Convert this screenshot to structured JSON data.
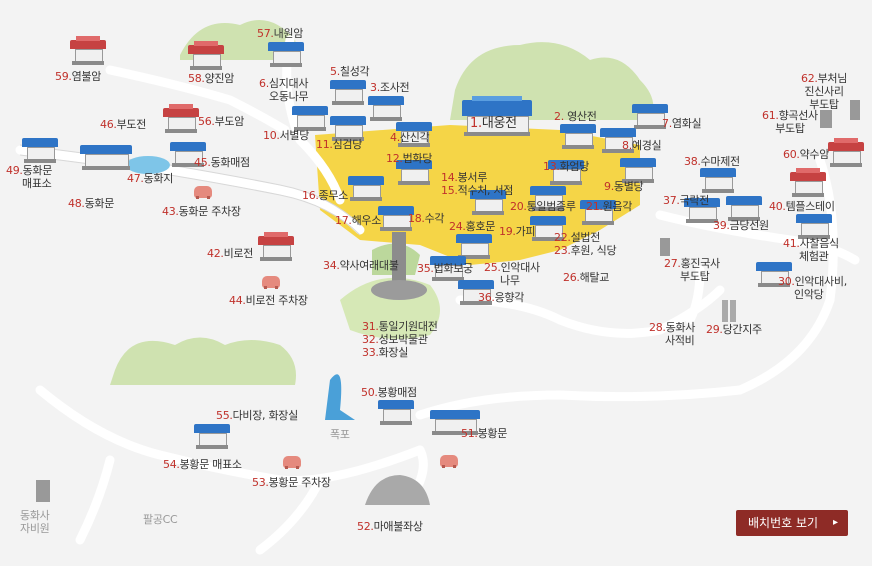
{
  "button": {
    "label": "배치번호 보기",
    "arrow": "▸"
  },
  "places": [
    {
      "n": "1.",
      "t": "대웅전"
    },
    {
      "n": "2.",
      "t": "영산전"
    },
    {
      "n": "3.",
      "t": "조사전"
    },
    {
      "n": "4.",
      "t": "산신각"
    },
    {
      "n": "5.",
      "t": "칠성각"
    },
    {
      "n": "6.",
      "t": "심지대사",
      "t2": "오동나무"
    },
    {
      "n": "7.",
      "t": "염화실"
    },
    {
      "n": "8.",
      "t": "예경실"
    },
    {
      "n": "9.",
      "t": "동별당"
    },
    {
      "n": "10.",
      "t": "서별당"
    },
    {
      "n": "11.",
      "t": "심검당"
    },
    {
      "n": "12.",
      "t": "법화당"
    },
    {
      "n": "13.",
      "t": "화엄당"
    },
    {
      "n": "14.",
      "t": "봉서루"
    },
    {
      "n": "15.",
      "t": "적수처, 서점"
    },
    {
      "n": "16.",
      "t": "종무소"
    },
    {
      "n": "17.",
      "t": "해우소"
    },
    {
      "n": "18.",
      "t": "수각"
    },
    {
      "n": "19.",
      "t": "가피"
    },
    {
      "n": "20.",
      "t": "통일범종루"
    },
    {
      "n": "21.",
      "t": "원음각"
    },
    {
      "n": "22.",
      "t": "설법전"
    },
    {
      "n": "23.",
      "t": "후원, 식당"
    },
    {
      "n": "24.",
      "t": "홍호문"
    },
    {
      "n": "25.",
      "t": "인악대사",
      "t2": "나무"
    },
    {
      "n": "26.",
      "t": "해탈교"
    },
    {
      "n": "27.",
      "t": "홍진국사",
      "t2": "부도탑"
    },
    {
      "n": "28.",
      "t": "동화사",
      "t2": "사적비"
    },
    {
      "n": "29.",
      "t": "당간지주"
    },
    {
      "n": "30.",
      "t": "인악대사비,",
      "t2": "인악당"
    },
    {
      "n": "31.",
      "t": "통일기원대전"
    },
    {
      "n": "32.",
      "t": "성보박물관"
    },
    {
      "n": "33.",
      "t": "화장실"
    },
    {
      "n": "34.",
      "t": "약사여래대불"
    },
    {
      "n": "35.",
      "t": "법화보궁"
    },
    {
      "n": "36.",
      "t": "응향각"
    },
    {
      "n": "37.",
      "t": "극락전"
    },
    {
      "n": "38.",
      "t": "수마제전"
    },
    {
      "n": "39.",
      "t": "금당선원"
    },
    {
      "n": "40.",
      "t": "템플스테이"
    },
    {
      "n": "41.",
      "t": "사찰음식",
      "t2": "체험관"
    },
    {
      "n": "42.",
      "t": "비로전"
    },
    {
      "n": "43.",
      "t": "동화문 주차장"
    },
    {
      "n": "44.",
      "t": "비로전 주차장"
    },
    {
      "n": "45.",
      "t": "동화매점"
    },
    {
      "n": "46.",
      "t": "부도전"
    },
    {
      "n": "47.",
      "t": "동화지"
    },
    {
      "n": "48.",
      "t": "동화문"
    },
    {
      "n": "49.",
      "t": "동화문",
      "t2": "매표소"
    },
    {
      "n": "50.",
      "t": "봉황매점"
    },
    {
      "n": "51.",
      "t": "봉황문"
    },
    {
      "n": "52.",
      "t": "마애불좌상"
    },
    {
      "n": "53.",
      "t": "봉황문 주차장"
    },
    {
      "n": "54.",
      "t": "봉황문 매표소"
    },
    {
      "n": "55.",
      "t": "다비장, 화장실"
    },
    {
      "n": "56.",
      "t": "부도암"
    },
    {
      "n": "57.",
      "t": "내원암"
    },
    {
      "n": "58.",
      "t": "양진암"
    },
    {
      "n": "59.",
      "t": "염불암"
    },
    {
      "n": "60.",
      "t": "약수암"
    },
    {
      "n": "61.",
      "t": "향곡선사",
      "t2": "부도탑"
    },
    {
      "n": "62.",
      "t": "부처님",
      "t2": "진신사리",
      "t3": "부도탑"
    }
  ],
  "misc": {
    "waterfall": "폭포",
    "golf": "팔공CC",
    "station": "동화사",
    "station2": "자비원"
  },
  "colors": {
    "temple_yard": "#f5d547",
    "green": "#cfe2b0",
    "road": "#ffffff",
    "roof": "#2e74c6",
    "label_num": "#c0312b",
    "button": "#8e2b26"
  }
}
